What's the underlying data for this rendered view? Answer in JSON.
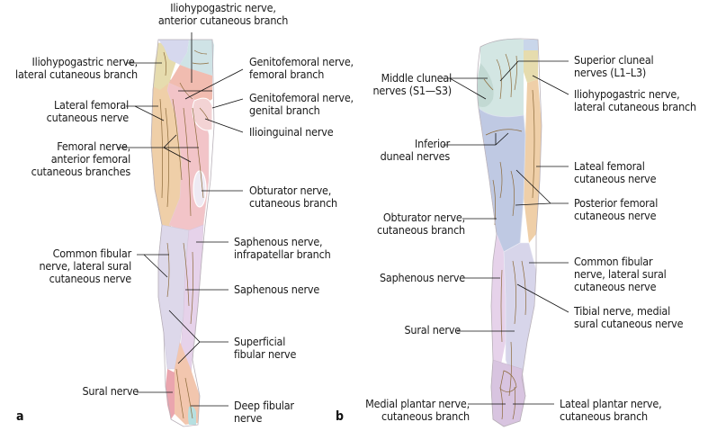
{
  "figure": {
    "panels": [
      {
        "id": "a",
        "panel_label": "a",
        "view": "anterior",
        "labels": [
          {
            "key": "iliohypogastric_anterior",
            "text": "Iliohypogastric nerve,\nanterior cutaneous branch"
          },
          {
            "key": "iliohypogastric_lateral",
            "text": "Iliohypogastric nerve,\nlateral cutaneous branch"
          },
          {
            "key": "lateral_femoral",
            "text": "Lateral femoral\ncutaneous nerve"
          },
          {
            "key": "femoral_anterior",
            "text": "Femoral nerve,\nanterior femoral\ncutaneous branches"
          },
          {
            "key": "common_fibular",
            "text": "Common fibular\nnerve, lateral sural\ncutaneous nerve"
          },
          {
            "key": "sural",
            "text": "Sural nerve"
          },
          {
            "key": "genitofemoral_femoral",
            "text": "Genitofemoral nerve,\nfemoral branch"
          },
          {
            "key": "genitofemoral_genital",
            "text": "Genitofemoral nerve,\ngenital branch"
          },
          {
            "key": "ilioinguinal",
            "text": "Ilioinguinal nerve"
          },
          {
            "key": "obturator",
            "text": "Obturator nerve,\ncutaneous branch"
          },
          {
            "key": "saphenous_infrapatellar",
            "text": "Saphenous nerve,\ninfrapatellar branch"
          },
          {
            "key": "saphenous",
            "text": "Saphenous nerve"
          },
          {
            "key": "superficial_fibular",
            "text": "Superficial\nfibular nerve"
          },
          {
            "key": "deep_fibular",
            "text": "Deep fibular\nnerve"
          }
        ]
      },
      {
        "id": "b",
        "panel_label": "b",
        "view": "posterior",
        "labels": [
          {
            "key": "middle_cluneal",
            "text": "Middle cluneal\nnerves (S1—S3)"
          },
          {
            "key": "inferior_cluneal",
            "text": "Inferior\nduneal nerves"
          },
          {
            "key": "obturator",
            "text": "Obturator nerve,\ncutaneous branch"
          },
          {
            "key": "saphenous",
            "text": "Saphenous nerve"
          },
          {
            "key": "sural",
            "text": "Sural nerve"
          },
          {
            "key": "medial_plantar",
            "text": "Medial plantar nerve,\ncutaneous branch"
          },
          {
            "key": "superior_cluneal",
            "text": "Superior cluneal\nnerves (L1–L3)"
          },
          {
            "key": "iliohypogastric_lateral",
            "text": "Iliohypogastric nerve,\nlateral cutaneous branch"
          },
          {
            "key": "lateral_femoral",
            "text": "Lateal femoral\ncutaneous nerve"
          },
          {
            "key": "posterior_femoral",
            "text": "Posterior femoral\ncutaneous nerve"
          },
          {
            "key": "common_fibular",
            "text": "Common fibular\nnerve, lateral sural\ncutaneous nerve"
          },
          {
            "key": "tibial",
            "text": "Tibial nerve, medial\nsural cutaneous nerve"
          },
          {
            "key": "lateral_plantar",
            "text": "Lateal plantar nerve,\ncutaneous branch"
          }
        ]
      }
    ],
    "region_colors": {
      "iliohypogastric_anterior": "#cfe3e6",
      "genital_top": "#d6d8ee",
      "iliohypogastric_lateral": "#e6dcae",
      "genitofemoral": "#f1bcb0",
      "lateral_femoral": "#efcfa8",
      "femoral": "#f2c4c8",
      "ilioinguinal": "#f3d3d4",
      "obturator": "#eeeaf3",
      "common_fibular": "#ddd8ea",
      "saphenous": "#e6d2ea",
      "superficial_fibular": "#f2c6ae",
      "sural": "#eaa5ae",
      "deep_fibular": "#b7dfe0",
      "cluneal": "#d3e6e3",
      "middle_cluneal": "#c2d9d3",
      "posterior_femoral": "#bfc9e3",
      "tibial": "#d7d5ea",
      "nerve": "#8c6a3a"
    }
  }
}
